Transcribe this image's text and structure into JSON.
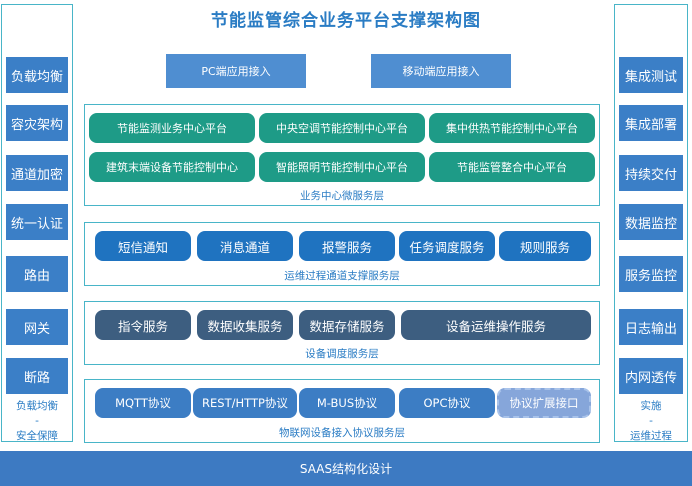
{
  "title": "节能监管综合业务平台支撑架构图",
  "left_sidebar": {
    "items": [
      "负载均衡",
      "容灾架构",
      "通道加密",
      "统一认证",
      "路由",
      "网关",
      "断路"
    ],
    "footer": [
      "负载均衡",
      "-",
      "安全保障"
    ]
  },
  "right_sidebar": {
    "items": [
      "集成测试",
      "集成部署",
      "持续交付",
      "数据监控",
      "服务监控",
      "日志输出",
      "内网透传"
    ],
    "footer": [
      "实施",
      "-",
      "运维过程"
    ]
  },
  "entry": {
    "pc": "PC端应用接入",
    "mobile": "移动端应用接入"
  },
  "business_layer": {
    "title": "业务中心微服务层",
    "items": [
      "节能监测业务中心平台",
      "中央空调节能控制中心平台",
      "集中供热节能控制中心平台",
      "建筑末端设备节能控制中心",
      "智能照明节能控制中心平台",
      "节能监管整合中心平台"
    ]
  },
  "ops_layer": {
    "title": "运维过程通道支撑服务层",
    "items": [
      "短信通知",
      "消息通道",
      "报警服务",
      "任务调度服务",
      "规则服务"
    ]
  },
  "device_layer": {
    "title": "设备调度服务层",
    "items": [
      "指令服务",
      "数据收集服务",
      "数据存储服务",
      "设备运维操作服务"
    ]
  },
  "iot_layer": {
    "title": "物联网设备接入协议服务层",
    "items": [
      "MQTT协议",
      "REST/HTTP协议",
      "M-BUS协议",
      "OPC协议",
      "协议扩展接口"
    ]
  },
  "bottom_bar": "SAAS结构化设计",
  "colors": {
    "title": "#2a7cc4",
    "frame": "#49b5c8",
    "green": "#1e9b87",
    "blue": "#1f73c0",
    "slate": "#3d5e80",
    "bar": "#3d7ac2"
  }
}
